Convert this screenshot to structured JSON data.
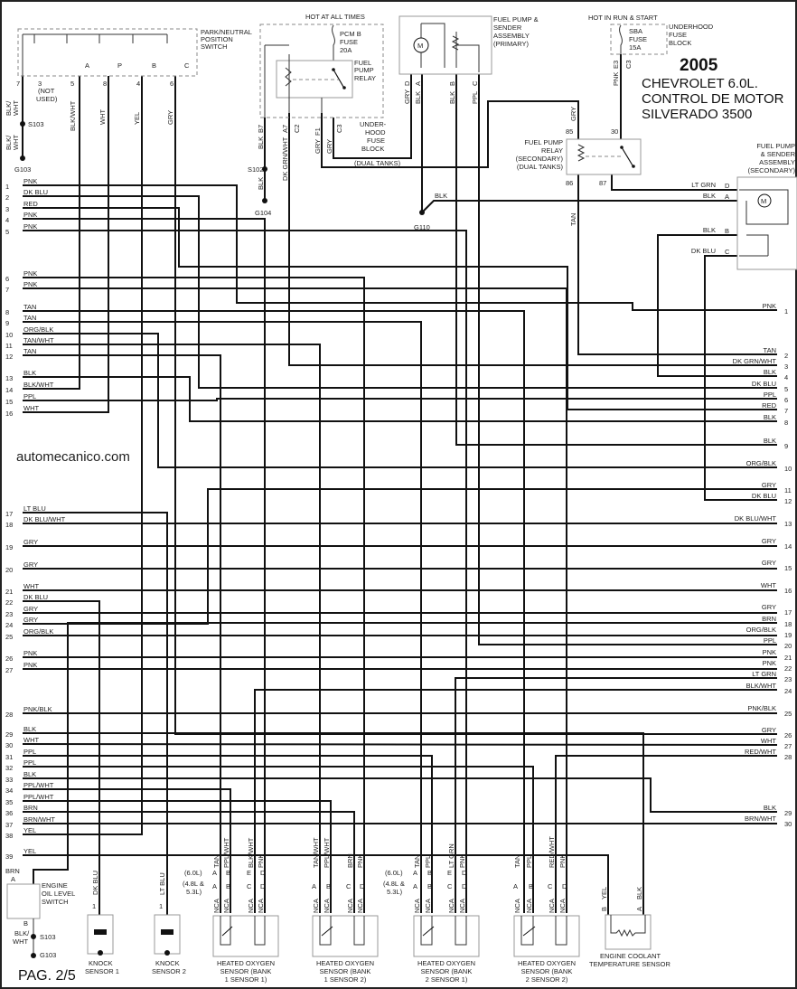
{
  "title": {
    "year": "2005",
    "line1": "CHEVROLET 6.0L.",
    "line2": "CONTROL DE MOTOR",
    "line3": "SILVERADO 3500"
  },
  "watermark": "automecanico.com",
  "page": "PAG. 2/5",
  "left_rows": [
    {
      "num": "1",
      "color": "PNK"
    },
    {
      "num": "2",
      "color": "DK BLU"
    },
    {
      "num": "3",
      "color": "RED"
    },
    {
      "num": "4",
      "color": "PNK"
    },
    {
      "num": "5",
      "color": "PNK"
    },
    {
      "num": "6",
      "color": "PNK"
    },
    {
      "num": "7",
      "color": "PNK"
    },
    {
      "num": "8",
      "color": "TAN"
    },
    {
      "num": "9",
      "color": "TAN"
    },
    {
      "num": "10",
      "color": "ORG/BLK"
    },
    {
      "num": "11",
      "color": "TAN/WHT"
    },
    {
      "num": "12",
      "color": "TAN"
    },
    {
      "num": "13",
      "color": "BLK"
    },
    {
      "num": "14",
      "color": "BLK/WHT"
    },
    {
      "num": "15",
      "color": "PPL"
    },
    {
      "num": "16",
      "color": "WHT"
    },
    {
      "num": "17",
      "color": "LT BLU"
    },
    {
      "num": "18",
      "color": "DK BLU/WHT"
    },
    {
      "num": "19",
      "color": "GRY"
    },
    {
      "num": "20",
      "color": "GRY"
    },
    {
      "num": "21",
      "color": "WHT"
    },
    {
      "num": "22",
      "color": "DK BLU"
    },
    {
      "num": "23",
      "color": "GRY"
    },
    {
      "num": "24",
      "color": "GRY"
    },
    {
      "num": "25",
      "color": "ORG/BLK"
    },
    {
      "num": "26",
      "color": "PNK"
    },
    {
      "num": "27",
      "color": "PNK"
    },
    {
      "num": "28",
      "color": "PNK/BLK"
    },
    {
      "num": "29",
      "color": "BLK"
    },
    {
      "num": "30",
      "color": "WHT"
    },
    {
      "num": "31",
      "color": "PPL"
    },
    {
      "num": "32",
      "color": "PPL"
    },
    {
      "num": "33",
      "color": "BLK"
    },
    {
      "num": "34",
      "color": "PPL/WHT"
    },
    {
      "num": "35",
      "color": "PPL/WHT"
    },
    {
      "num": "36",
      "color": "BRN"
    },
    {
      "num": "37",
      "color": "BRN/WHT"
    },
    {
      "num": "38",
      "color": "YEL"
    },
    {
      "num": "39",
      "color": "YEL"
    }
  ],
  "right_rows": [
    {
      "num": "1",
      "color": "PNK"
    },
    {
      "num": "2",
      "color": "TAN"
    },
    {
      "num": "3",
      "color": "DK GRN/WHT"
    },
    {
      "num": "4",
      "color": "BLK"
    },
    {
      "num": "5",
      "color": "DK BLU"
    },
    {
      "num": "6",
      "color": "PPL"
    },
    {
      "num": "7",
      "color": "RED"
    },
    {
      "num": "8",
      "color": "BLK"
    },
    {
      "num": "9",
      "color": "BLK"
    },
    {
      "num": "10",
      "color": "ORG/BLK"
    },
    {
      "num": "11",
      "color": "GRY"
    },
    {
      "num": "12",
      "color": "DK BLU"
    },
    {
      "num": "13",
      "color": "DK BLU/WHT"
    },
    {
      "num": "14",
      "color": "GRY"
    },
    {
      "num": "15",
      "color": "GRY"
    },
    {
      "num": "16",
      "color": "WHT"
    },
    {
      "num": "17",
      "color": "GRY"
    },
    {
      "num": "18",
      "color": "BRN"
    },
    {
      "num": "19",
      "color": "ORG/BLK"
    },
    {
      "num": "20",
      "color": "PPL"
    },
    {
      "num": "21",
      "color": "PNK"
    },
    {
      "num": "22",
      "color": "PNK"
    },
    {
      "num": "23",
      "color": "LT GRN"
    },
    {
      "num": "24",
      "color": "BLK/WHT"
    },
    {
      "num": "25",
      "color": "PNK/BLK"
    },
    {
      "num": "26",
      "color": "GRY"
    },
    {
      "num": "27",
      "color": "WHT"
    },
    {
      "num": "28",
      "color": "RED/WHT"
    },
    {
      "num": "29",
      "color": "BLK"
    },
    {
      "num": "30",
      "color": "BRN/WHT"
    }
  ],
  "pnp": {
    "name": [
      "PARK/NEUTRAL",
      "POSITION",
      "SWITCH"
    ],
    "pins": [
      "7",
      "3",
      "5",
      "8",
      "4",
      "6"
    ],
    "letters": [
      "A",
      "P",
      "B",
      "C"
    ],
    "not_used": [
      "(NOT",
      "USED)"
    ],
    "wires": [
      "BLK/WHT",
      "WHT",
      "YEL",
      "GRY"
    ],
    "blkwht_a": "BLK/",
    "blkwht_b": "WHT",
    "splice": "S103",
    "ground": "G103"
  },
  "fuse_block": {
    "hot": "HOT AT ALL TIMES",
    "fuse": [
      "PCM B",
      "FUSE",
      "20A"
    ],
    "relay": [
      "FUEL",
      "PUMP",
      "RELAY"
    ],
    "name": [
      "UNDER-",
      "HOOD",
      "FUSE",
      "BLOCK"
    ],
    "pins": [
      "B7",
      "A7",
      "C2",
      "F1",
      "C3"
    ],
    "wires": [
      "BLK",
      "DK GRN/WHT",
      "GRY",
      "GRY",
      "BLK"
    ],
    "splice": "S102",
    "ground": "G104",
    "dual": "(DUAL TANKS)"
  },
  "primary_pump": {
    "name": [
      "FUEL PUMP &",
      "SENDER",
      "ASSEMBLY",
      "(PRIMARY)"
    ],
    "motor": "M",
    "pins": [
      "D",
      "A",
      "B",
      "C"
    ],
    "wires": [
      "GRY",
      "BLK",
      "BLK",
      "PPL"
    ],
    "ground_wire": "BLK",
    "ground": "G110"
  },
  "sba": {
    "hot": "HOT IN RUN & START",
    "fuse": [
      "SBA",
      "FUSE",
      "15A"
    ],
    "name": [
      "UNDERHOOD",
      "FUSE",
      "BLOCK"
    ],
    "pins": [
      "E3",
      "C3"
    ],
    "wire": "PNK"
  },
  "secondary_relay": {
    "name": [
      "FUEL PUMP",
      "RELAY",
      "(SECONDARY)",
      "(DUAL TANKS)"
    ],
    "pins": [
      "85",
      "30",
      "86",
      "87"
    ],
    "wires": [
      "GRY",
      "TAN"
    ]
  },
  "secondary_pump": {
    "name": [
      "FUEL PUMP",
      "& SENDER",
      "ASSEMBLY",
      "(SECONDARY)"
    ],
    "motor": "M",
    "pins": [
      "D",
      "A",
      "B",
      "C"
    ],
    "wires": [
      "LT GRN",
      "BLK",
      "BLK",
      "DK BLU"
    ]
  },
  "oil_switch": {
    "name": [
      "ENGINE",
      "OIL LEVEL",
      "SWITCH"
    ],
    "pins": [
      "A",
      "B"
    ],
    "wire": "BRN",
    "blkwht_a": "BLK/",
    "blkwht_b": "WHT",
    "splice": "S103",
    "ground": "G103"
  },
  "knock1": {
    "name": [
      "KNOCK",
      "SENSOR 1"
    ],
    "pin": "1",
    "wire": "DK BLU"
  },
  "knock2": {
    "name": [
      "KNOCK",
      "SENSOR 2"
    ],
    "pin": "1",
    "wire": "LT BLU"
  },
  "ho2s": [
    {
      "name": [
        "HEATED OXYGEN",
        "SENSOR (BANK",
        "1 SENSOR 1)"
      ],
      "wires": [
        "TAN",
        "PPL/WHT",
        "BLK/WHT",
        "PNK"
      ],
      "pins_a": [
        "A",
        "B",
        "E",
        "D"
      ],
      "pins_b": [
        "A",
        "B",
        "C",
        "D"
      ],
      "notes": [
        "(6.0L)",
        "(4.8L &",
        "5.3L)"
      ]
    },
    {
      "name": [
        "HEATED OXYGEN",
        "SENSOR (BANK",
        "1 SENSOR 2)"
      ],
      "wires": [
        "TAN/WHT",
        "PPL/WHT",
        "BRN",
        "PNK"
      ],
      "pins_b": [
        "A",
        "B",
        "C",
        "D"
      ]
    },
    {
      "name": [
        "HEATED OXYGEN",
        "SENSOR (BANK",
        "2 SENSOR 1)"
      ],
      "wires": [
        "TAN",
        "PPL",
        "LT GRN",
        "PNK"
      ],
      "pins_a": [
        "A",
        "B",
        "E",
        "D"
      ],
      "pins_b": [
        "A",
        "B",
        "C",
        "D"
      ],
      "notes": [
        "(6.0L)",
        "(4.8L &",
        "5.3L)"
      ]
    },
    {
      "name": [
        "HEATED OXYGEN",
        "SENSOR (BANK",
        "2 SENSOR 2)"
      ],
      "wires": [
        "TAN",
        "PPL",
        "RED/WHT",
        "PNK"
      ],
      "pins_b": [
        "A",
        "B",
        "C",
        "D"
      ]
    }
  ],
  "nca": "NCA",
  "ect": {
    "name": [
      "ENGINE COOLANT",
      "TEMPERATURE SENSOR"
    ],
    "pins": [
      "B",
      "A"
    ],
    "wires": [
      "YEL",
      "BLK"
    ]
  }
}
